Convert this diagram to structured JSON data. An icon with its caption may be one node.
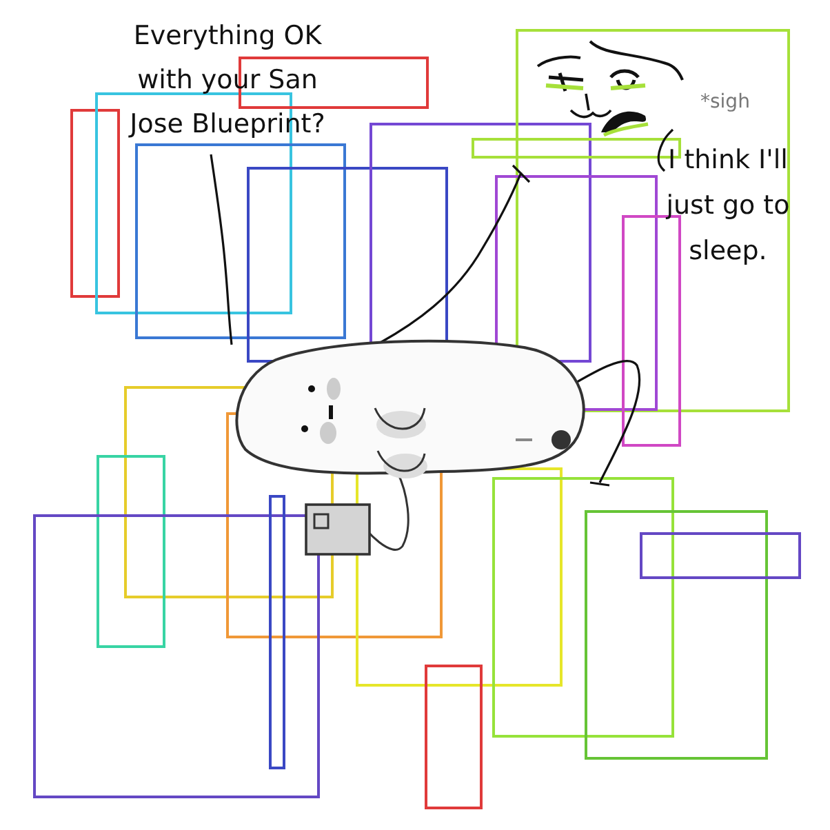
{
  "diagram": {
    "nodes": [
      {
        "text": [
          "Everything OK with your San Jose Blueprint?"
        ]
      },
      {
        "text": [],
        "shape": "picture"
      },
      {
        "text": [],
        "shape": "picture"
      },
      {
        "text": [
          "I think I'll just go to sleep."
        ]
      }
    ],
    "edges": [
      {
        "from": 0,
        "to": 1,
        "arrow": "none"
      },
      {
        "from": 3,
        "to": 2,
        "arrow": "none"
      }
    ],
    "labels": [
      "*sigh"
    ]
  }
}
